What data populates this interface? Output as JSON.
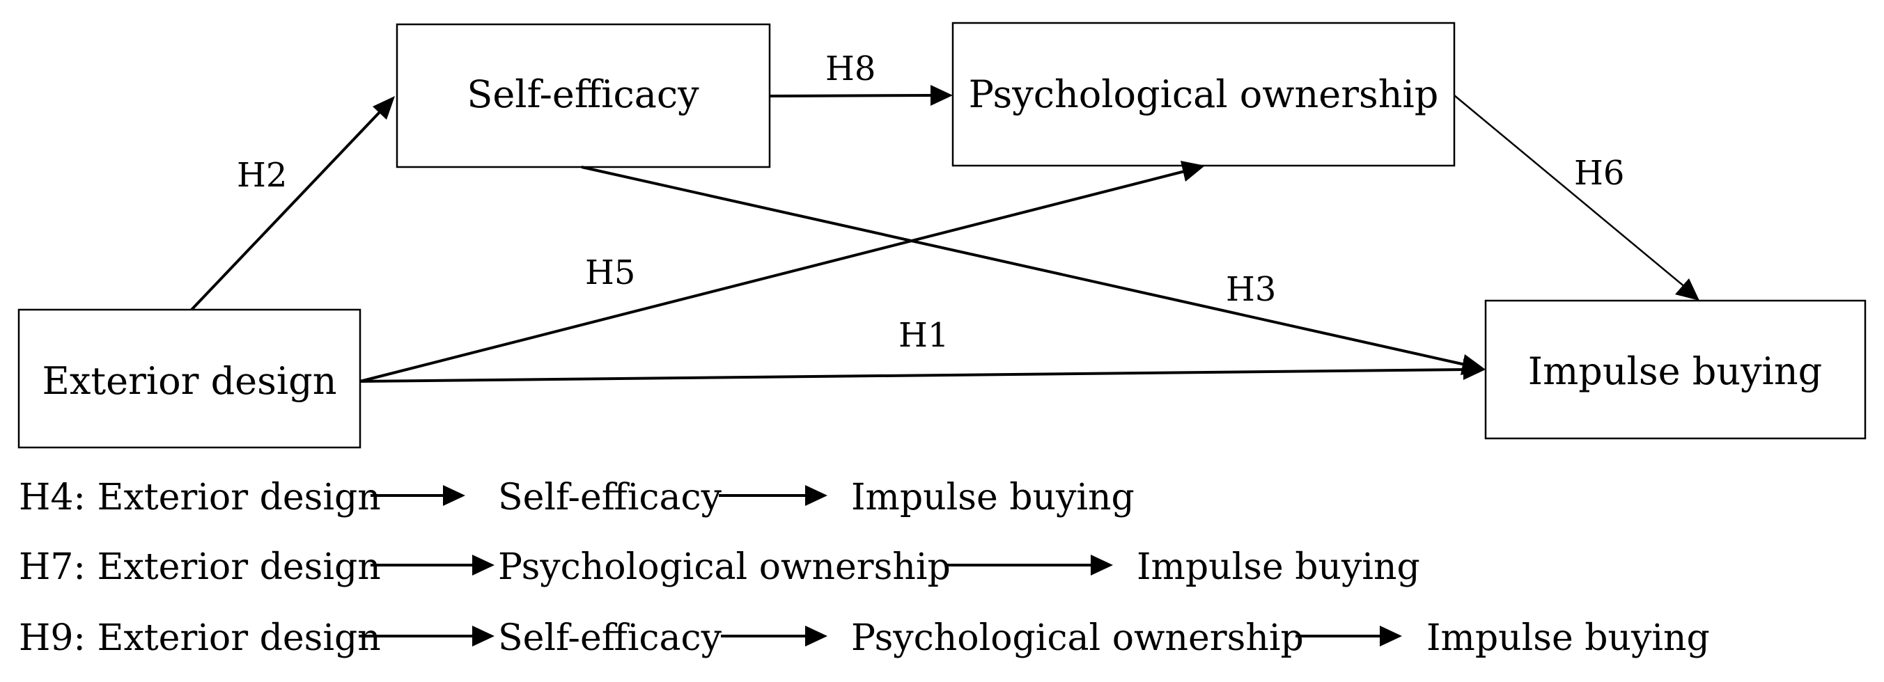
{
  "nodes": {
    "exterior_design": "Exterior design",
    "self_efficacy": "Self-efficacy",
    "psychological_ownership": "Psychological ownership",
    "impulse_buying": "Impulse buying"
  },
  "edges": {
    "h1": "H1",
    "h2": "H2",
    "h3": "H3",
    "h5": "H5",
    "h6": "H6",
    "h8": "H8"
  },
  "legend": {
    "h4": {
      "label": "H4: Exterior design",
      "steps": [
        "Self-efficacy",
        "Impulse buying"
      ]
    },
    "h7": {
      "label": "H7: Exterior design",
      "steps": [
        "Psychological ownership",
        "Impulse buying"
      ]
    },
    "h9": {
      "label": "H9: Exterior design",
      "steps": [
        "Self-efficacy",
        "Psychological ownership",
        "Impulse buying"
      ]
    }
  }
}
